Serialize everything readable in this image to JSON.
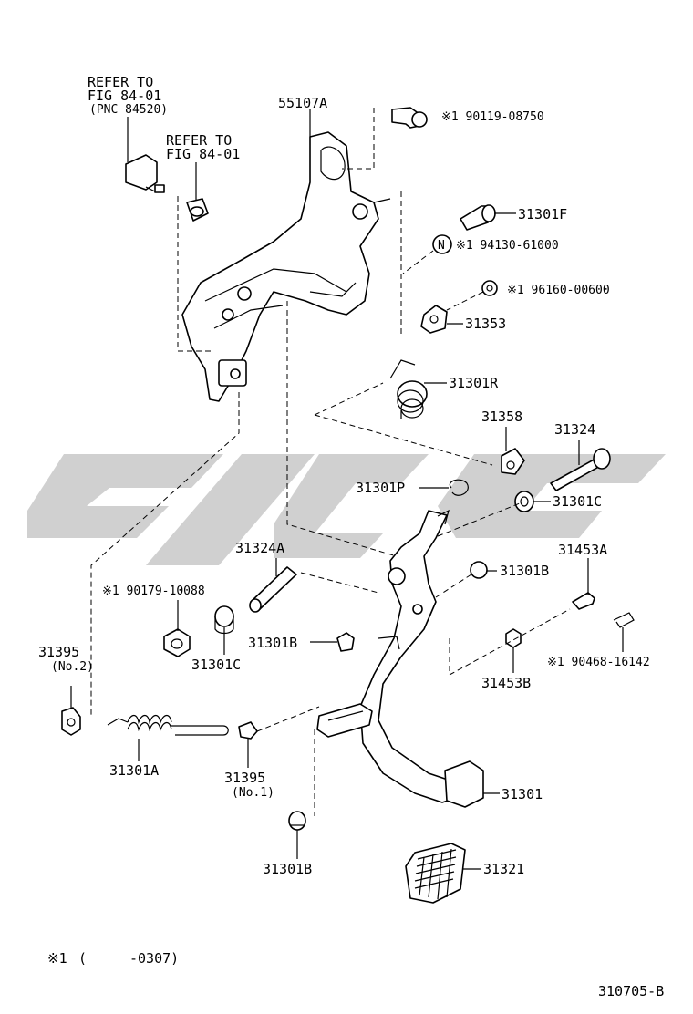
{
  "notes": {
    "refer_1_line1": "REFER TO",
    "refer_1_line2": "FIG 84-01",
    "refer_1_line3": "(PNC 84520)",
    "refer_2_line1": "REFER TO",
    "refer_2_line2": "FIG 84-01",
    "footnote_mark": "※1",
    "footnote_open": "(",
    "footnote_range": "-0307)",
    "figure_code": "310705-B"
  },
  "parts": {
    "p55107A": "55107A",
    "p90119": "※1 90119-08750",
    "p31301F": "31301F",
    "p94130": "※1 94130-61000",
    "p96160": "※1 96160-00600",
    "p31353": "31353",
    "p31301R": "31301R",
    "p31358": "31358",
    "p31324": "31324",
    "p31301P": "31301P",
    "p31301C_a": "31301C",
    "p31324A": "31324A",
    "p31301B_a": "31301B",
    "p31453A": "31453A",
    "p90179": "※1 90179-10088",
    "p31395_no2": "31395",
    "p31395_no2_sub": "(No.2)",
    "p31301C_b": "31301C",
    "p31301B_b": "31301B",
    "p31453B": "31453B",
    "p90468": "※1 90468-16142",
    "p31301A": "31301A",
    "p31395_no1": "31395",
    "p31395_no1_sub": "(No.1)",
    "p31301": "31301",
    "p31301B_c": "31301B",
    "p31321": "31321",
    "nut_letter": "N"
  }
}
